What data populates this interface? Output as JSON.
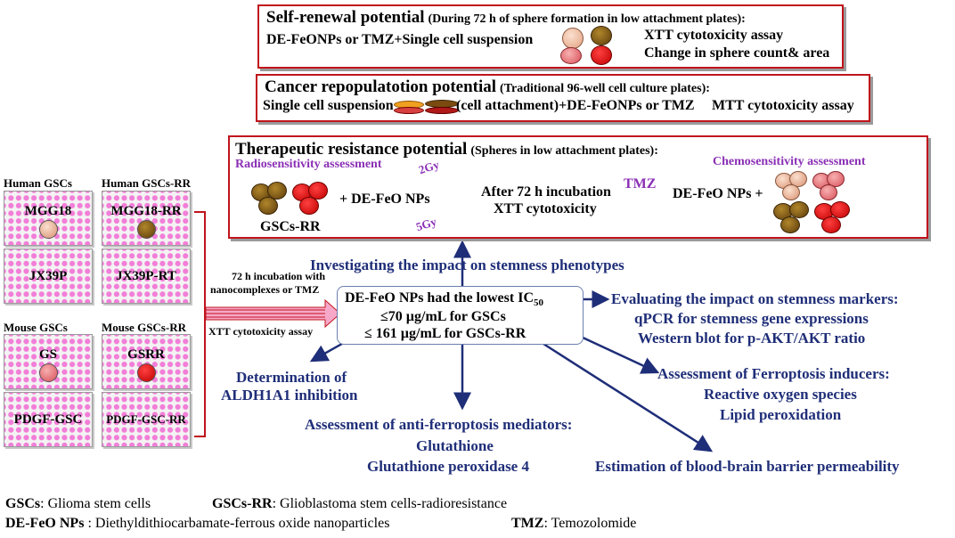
{
  "self_renewal": {
    "title": "Self-renewal potential",
    "subtitle": "(During 72 h of sphere formation in low attachment plates):",
    "input": "DE-FeONPs or TMZ+Single cell suspension",
    "out1": "XTT cytotoxicity assay",
    "out2": "Change in sphere count& area"
  },
  "repopulation": {
    "title": "Cancer repopulatotion potential",
    "subtitle": "(Traditional 96-well cell culture plates):",
    "left": "Single cell suspension",
    "middle": "(cell attachment)+DE-FeONPs or TMZ",
    "out": "MTT cytotoxicity assay"
  },
  "resistance": {
    "title": "Therapeutic resistance potential",
    "subtitle": "(Spheres in low attachment plates):",
    "radio_label": "Radiosensitivity assessment",
    "chemo_label": "Chemosensitivity assessment",
    "dose1": "2Gy",
    "dose2": "5Gy",
    "plus_np": "+ DE-FeO NPs",
    "cells": "GSCs-RR",
    "incubation1": "After 72 h incubation",
    "incubation2": "XTT cytotoxicity",
    "tmz": "TMZ",
    "np_plus": "DE-FeO NPs +"
  },
  "plates": {
    "human_gsc": "Human GSCs",
    "human_rr": "Human GSCs-RR",
    "mouse_gsc": "Mouse GSCs",
    "mouse_rr": "Mouse GSCs-RR",
    "p1": "MGG18",
    "p2": "MGG18-RR",
    "p3": "JX39P",
    "p4": "JX39P-RT",
    "p5": "GS",
    "p6": "GSRR",
    "p7": "PDGF-GSC",
    "p8": "PDGF-GSC-RR"
  },
  "incubation_note": {
    "line1": "72  h incubation with",
    "line2": "nanocomplexes or TMZ",
    "line3": "XTT cytotoxicity assay"
  },
  "center": {
    "line1_main": "DE-FeO NPs had the lowest IC",
    "line1_sub": "50",
    "line2": "≤70 µg/mL for GSCs",
    "line3": "≤ 161 µg/mL for GSCs-RR"
  },
  "outcomes": {
    "stemness": "Investigating the impact on stemness phenotypes",
    "markers_title": "Evaluating the impact on stemness markers:",
    "markers_1": "qPCR for stemness gene expressions",
    "markers_2": "Western blot for p-AKT/AKT ratio",
    "aldh_1": "Determination of",
    "aldh_2": "ALDH1A1 inhibition",
    "ferro_title": "Assessment of Ferroptosis inducers:",
    "ferro_1": "Reactive oxygen species",
    "ferro_2": "Lipid peroxidation",
    "anti_title": "Assessment of anti-ferroptosis mediators:",
    "anti_1": "Glutathione",
    "anti_2": "Glutathione peroxidase 4",
    "bbb": "Estimation of blood-brain barrier permeability"
  },
  "legend": {
    "gsc_term": "GSCs",
    "gsc_def": ": Glioma stem cells",
    "rr_term": "GSCs-RR",
    "rr_def": ": Glioblastoma stem cells-radioresistance",
    "np_term": "DE-FeO NPs",
    "np_def": " : Diethyldithiocarbamate-ferrous oxide nanoparticles",
    "tmz_term": "TMZ",
    "tmz_def": ": Temozolomide"
  },
  "colors": {
    "box_border": "#c0141c",
    "navy": "#1f2e78",
    "purple": "#8a2fb5",
    "well_pink": "#f27ed8"
  }
}
